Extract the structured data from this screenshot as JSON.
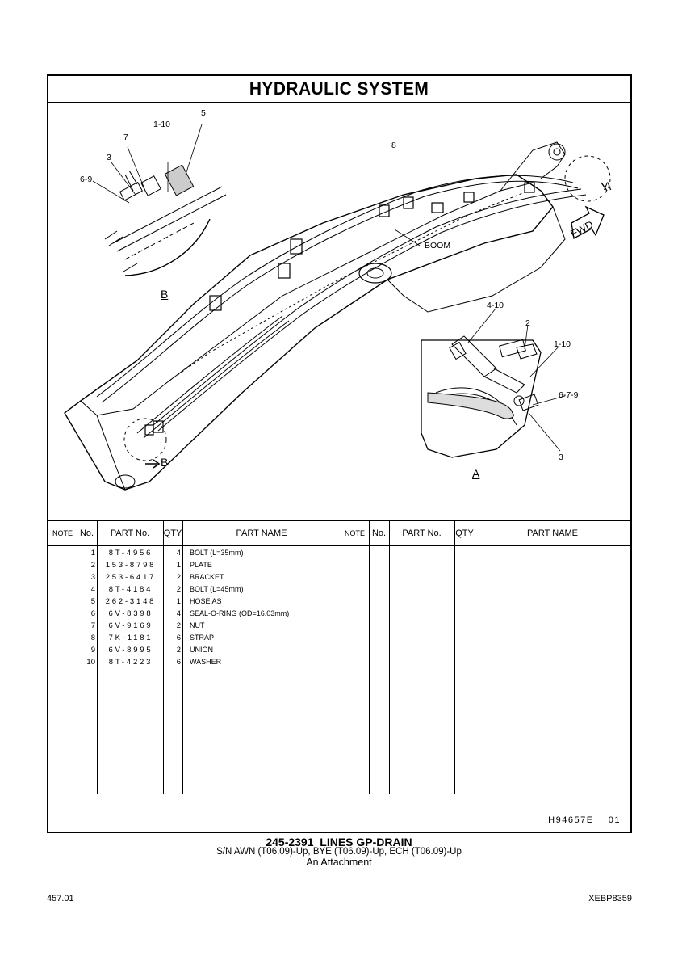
{
  "title": "HYDRAULIC SYSTEM",
  "figure": {
    "callouts": {
      "b_5": "5",
      "b_1_10": "1-10",
      "b_7": "7",
      "b_3": "3",
      "b_6_9": "6-9",
      "main_8": "8",
      "boom": "BOOM",
      "fwd": "FWD",
      "view_a_marker": "A",
      "view_b_marker": "B",
      "a_4_10": "4-10",
      "a_2": "2",
      "a_1_10": "1-10",
      "a_6_7_9": "6-7-9",
      "a_3": "3"
    },
    "view_b_label": "B",
    "view_a_label": "A"
  },
  "table": {
    "headers": {
      "note": "NOTE",
      "no": "No.",
      "part_no": "PART No.",
      "qty": "QTY",
      "part_name": "PART NAME"
    },
    "rows": [
      {
        "no": "1",
        "part_no": "8T-4956",
        "qty": "4",
        "name": "BOLT (L=35mm)"
      },
      {
        "no": "2",
        "part_no": "153-8798",
        "qty": "1",
        "name": "PLATE"
      },
      {
        "no": "3",
        "part_no": "253-6417",
        "qty": "2",
        "name": "BRACKET"
      },
      {
        "no": "4",
        "part_no": "8T-4184",
        "qty": "2",
        "name": "BOLT (L=45mm)"
      },
      {
        "no": "5",
        "part_no": "262-3148",
        "qty": "1",
        "name": "HOSE AS"
      },
      {
        "no": "6",
        "part_no": "6V-8398",
        "qty": "4",
        "name": "SEAL-O-RING (OD=16.03mm)"
      },
      {
        "no": "7",
        "part_no": "6V-9169",
        "qty": "2",
        "name": "NUT"
      },
      {
        "no": "8",
        "part_no": "7K-1181",
        "qty": "6",
        "name": "STRAP"
      },
      {
        "no": "9",
        "part_no": "6V-8995",
        "qty": "2",
        "name": "UNION"
      },
      {
        "no": "10",
        "part_no": "8T-4223",
        "qty": "6",
        "name": "WASHER"
      }
    ]
  },
  "illustration_id": "H94657E    01",
  "caption": {
    "line1": "245-2391  LINES GP-DRAIN",
    "line2": "S/N AWN (T06.09)-Up, BYE (T06.09)-Up, ECH (T06.09)-Up",
    "line3": "An Attachment"
  },
  "page_number": "457.01",
  "doc_code": "XEBP8359"
}
